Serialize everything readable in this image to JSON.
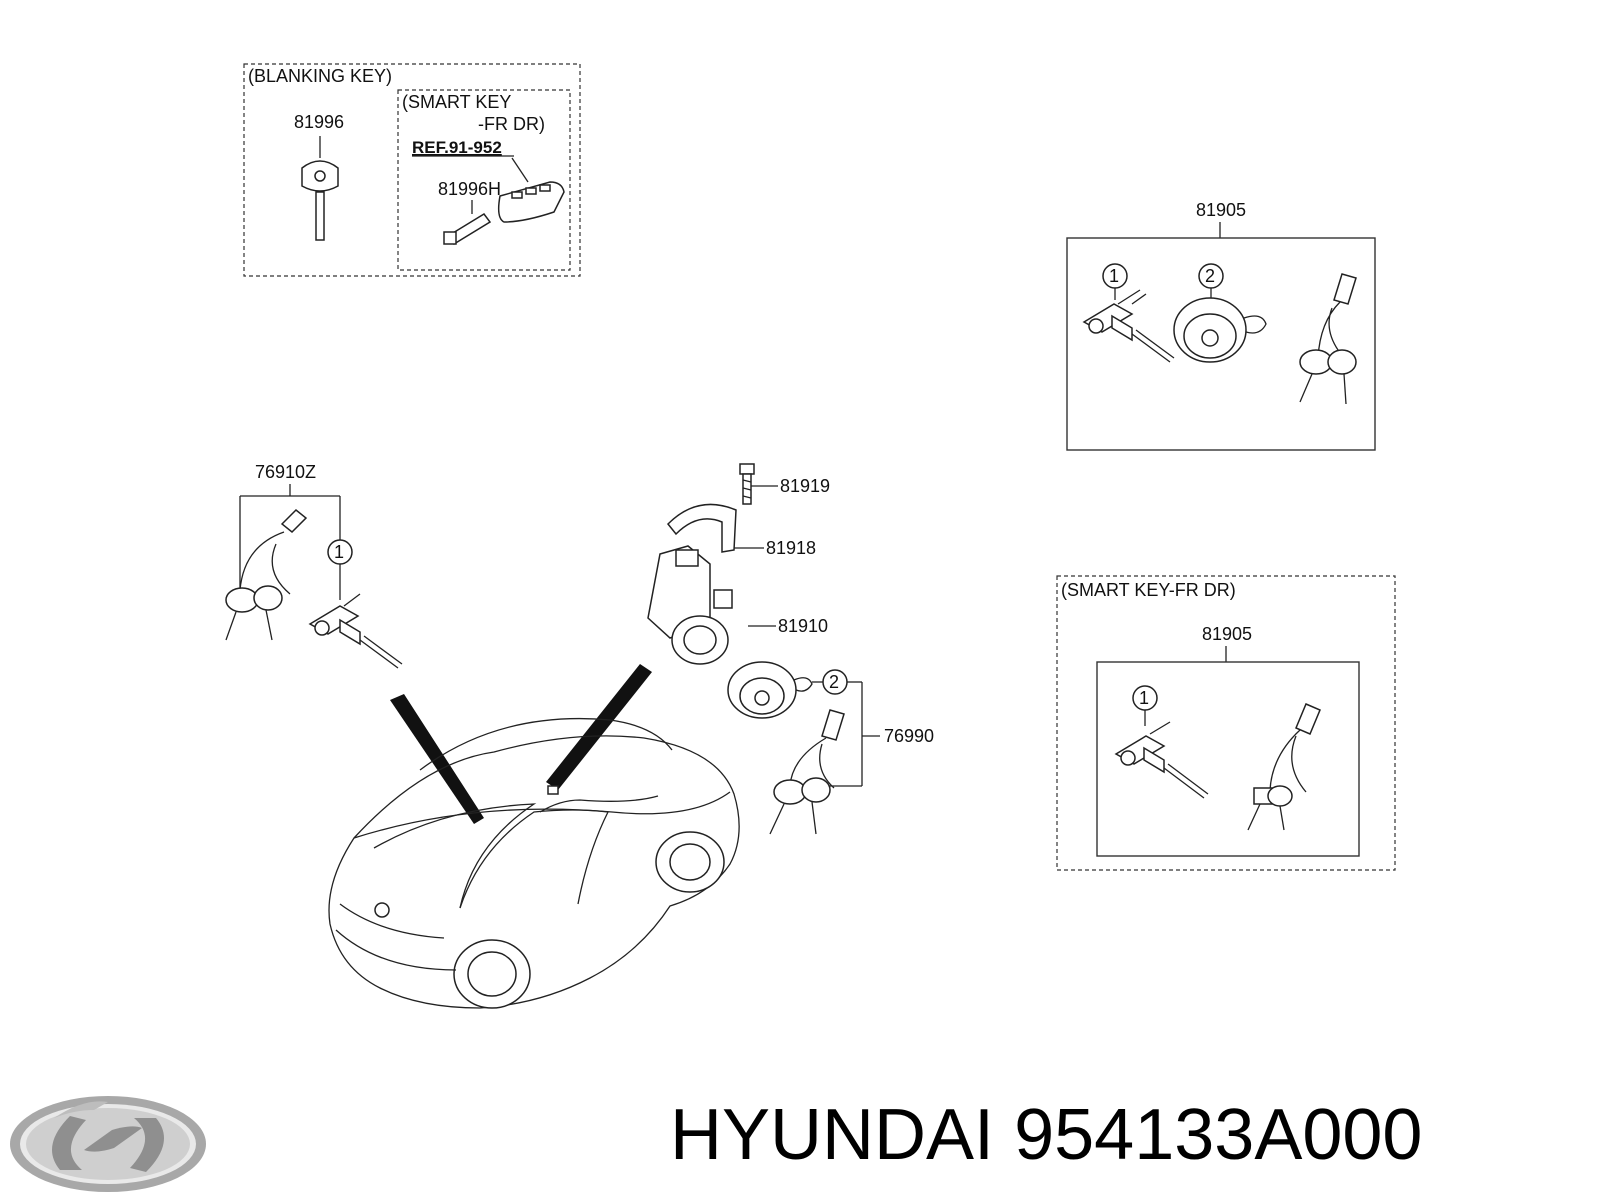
{
  "groups": {
    "blanking_key": "(BLANKING KEY)",
    "smart_key_inner_line1": "(SMART KEY",
    "smart_key_inner_line2": "-FR DR)",
    "smart_key_right": "(SMART KEY-FR DR)"
  },
  "reference": "REF.91-952",
  "parts": {
    "p81996": "81996",
    "p81996H": "81996H",
    "p81905_top": "81905",
    "p81905_bottom": "81905",
    "p76910Z": "76910Z",
    "p81919": "81919",
    "p81918": "81918",
    "p81910": "81910",
    "p76990": "76990"
  },
  "callouts": {
    "one": "1",
    "two": "2"
  },
  "brand": {
    "name": "HYUNDAI",
    "part_number": "954133A000"
  },
  "colors": {
    "line": "#222222",
    "background": "#ffffff",
    "logo": "#9a9a9a"
  }
}
